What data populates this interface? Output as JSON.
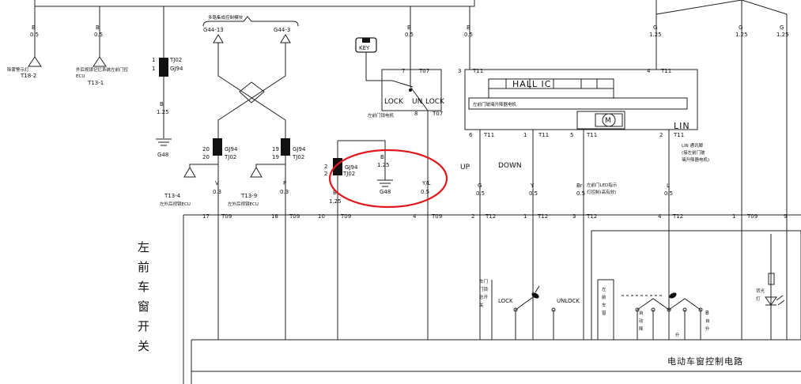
{
  "wires": {
    "w1": {
      "color": "B",
      "size": "0.5",
      "connector": "T18-2",
      "desc": "除雾警示灯"
    },
    "w2": {
      "color": "B",
      "size": "0.5",
      "connector": "T13-1",
      "desc": "外后视镜记忆系统左前门控",
      "desc2": "ECU"
    },
    "w3": {
      "pins_top": "1",
      "pins_bot": "1",
      "conn_top": "TJ02",
      "conn_bot": "GJ94",
      "color": "B",
      "size": "1.25",
      "ground": "G48"
    }
  },
  "module": {
    "title": "多路集成控制模块",
    "left_term": "G44-13",
    "right_term": "G44-3"
  },
  "mirror": {
    "left": {
      "pin_top": "20",
      "pin_bot": "20",
      "conn_top": "GJ94",
      "conn_bot": "TJ02",
      "color": "V",
      "size": "0.3",
      "connector": "T13-4",
      "desc": "左外后视镜ECU",
      "pin": "17",
      "pin_conn": "T09"
    },
    "right": {
      "pin_top": "19",
      "pin_bot": "19",
      "conn_top": "GJ94",
      "conn_bot": "TJ02",
      "color": "P",
      "size": "0.3",
      "connector": "T13-9",
      "desc": "左外后视镜ECU",
      "pin": "18",
      "pin_conn": "T09"
    }
  },
  "key": {
    "label": "KEY"
  },
  "lock_motor": {
    "pin_in": "7",
    "pin_in_conn": "T07",
    "color": "B",
    "size": "0.5",
    "lock_left": "LOCK",
    "un": "UN",
    "lock_right": "LOCK",
    "desc": "左前门锁电机",
    "pin_out": "8",
    "pin_out_conn": "T07",
    "out_color": "Y/L",
    "out_size": "0.5",
    "bottom_pin": "4",
    "bottom_conn": "T09"
  },
  "highlight": {
    "pin_top": "2",
    "pin_bot": "2",
    "conn_top": "GJ94",
    "conn_bot": "TJ02",
    "color": "B",
    "size": "1.25",
    "ground": "G48",
    "lower_color": "B",
    "lower_size": "1.25",
    "bottom_pin": "10",
    "bottom_conn": "T09"
  },
  "window_motor": {
    "top_color": "B",
    "top_size": "0.5",
    "top_pin": "3",
    "top_conn": "T11",
    "hall": "HALL IC",
    "motor_desc": "左前门玻璃升降器电机",
    "motor": "M",
    "lin": "LIN",
    "pins": [
      {
        "pin": "6",
        "conn": "T11"
      },
      {
        "pin": "1",
        "conn": "T11"
      },
      {
        "pin": "5",
        "conn": "T11"
      },
      {
        "pin": "2",
        "conn": "T11"
      }
    ],
    "right_pin": "4",
    "right_conn": "T11",
    "up": "UP",
    "down": "DOWN",
    "lin_desc1": "LIN 通讯脚",
    "lin_desc2": "(接左前门玻",
    "lin_desc3": "璃升降器电机)"
  },
  "outputs": [
    {
      "color": "G",
      "size": "0.5",
      "pin": "2",
      "conn": "T12"
    },
    {
      "color": "Y",
      "size": "0.5",
      "pin": "1",
      "conn": "T12"
    },
    {
      "color": "Br",
      "size": "0.5",
      "pin": "3",
      "conn": "T12",
      "desc1": "左前门LED指示",
      "desc2": "灯控制(高有效)"
    },
    {
      "color": "L",
      "size": "0.5",
      "pin": "4",
      "conn": "T12"
    }
  ],
  "right_wires": [
    {
      "color": "G",
      "size": "1.25",
      "pin": "4",
      "conn": "T11"
    },
    {
      "color": "G",
      "size": "1.25"
    },
    {
      "color": "G",
      "size": "1.25"
    }
  ],
  "right_bottom": {
    "pin": "1",
    "conn": "T09",
    "pin2": "9"
  },
  "switch": {
    "vertical_title": [
      "左",
      "前",
      "车",
      "窗",
      "开",
      "关"
    ],
    "lock_switch_desc": [
      "车门",
      "门锁",
      "总开",
      "关"
    ],
    "lock": "LOCK",
    "unlock": "UNLOCK",
    "window_desc": [
      "左",
      "前",
      "车",
      "窗"
    ],
    "auto1": "自",
    "auto2": "动",
    "auto3": "降",
    "auto4": "升",
    "b_label": "B",
    "b_auto": "自",
    "b_auto2": "动",
    "b_rise": "升",
    "backlight": "背光",
    "backlight2": "灯",
    "circuit_title": "电动车窗控制电路"
  },
  "colors": {
    "line": "#222222",
    "highlight": "#e0191f"
  }
}
